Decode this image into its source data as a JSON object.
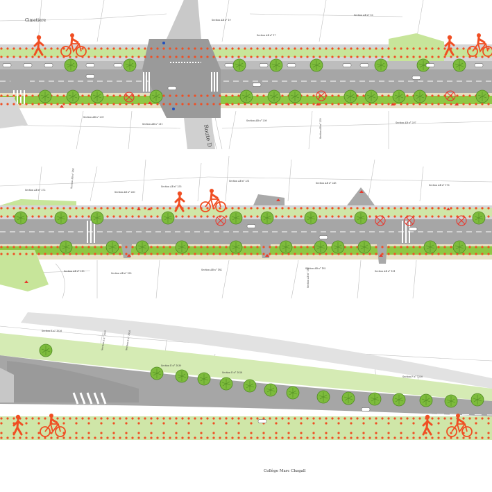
{
  "map": {
    "colors": {
      "road": "#9e9e9e",
      "road_edge": "#6f6f6f",
      "lane_mark": "#ffffff",
      "sidewalk": "#d8d8d8",
      "greenway": "#8cc63f",
      "greenway_light": "#cfe6a8",
      "verge": "#e8e0c4",
      "tree": "#7dbb3c",
      "tree_dark": "#4f8a22",
      "pedestrian": "#f04e23",
      "dot": "#f04e23",
      "parcel_line": "#b5b5b5",
      "removed_tree": "#e8382d"
    },
    "panels": [
      {
        "id": "panel-1",
        "labels": [
          {
            "text": "Cimetière",
            "kind": "place"
          },
          {
            "text": "Section AB n° 19",
            "kind": "parcel"
          },
          {
            "text": "Section AB n° 17",
            "kind": "parcel"
          },
          {
            "text": "Section AB n° 16",
            "kind": "parcel"
          },
          {
            "text": "Section AB n° 209",
            "kind": "parcel"
          },
          {
            "text": "Section AB n° 211",
            "kind": "parcel"
          },
          {
            "text": "Section AB n° 208",
            "kind": "parcel"
          },
          {
            "text": "Section AB n° 239",
            "kind": "parcel"
          },
          {
            "text": "Section AB n° 207",
            "kind": "parcel"
          },
          {
            "text": "Route D",
            "kind": "road"
          }
        ]
      },
      {
        "id": "panel-2",
        "labels": [
          {
            "text": "Section AB n° 272",
            "kind": "parcel"
          },
          {
            "text": "Section AB n° 268",
            "kind": "parcel"
          },
          {
            "text": "Section AB n° 260",
            "kind": "parcel"
          },
          {
            "text": "Section AB n° 255",
            "kind": "parcel"
          },
          {
            "text": "Section AB n° 251",
            "kind": "parcel"
          },
          {
            "text": "Section AB n° 245",
            "kind": "parcel"
          },
          {
            "text": "Section AB n° 176",
            "kind": "parcel"
          },
          {
            "text": "Section AB n° 213",
            "kind": "parcel"
          },
          {
            "text": "Section AB n° 185",
            "kind": "parcel"
          },
          {
            "text": "Section AB n° 184",
            "kind": "parcel"
          },
          {
            "text": "Section AB n° 182",
            "kind": "parcel"
          },
          {
            "text": "Section AB n° 180",
            "kind": "parcel"
          },
          {
            "text": "Section AB n° 181",
            "kind": "parcel"
          }
        ]
      },
      {
        "id": "panel-3",
        "labels": [
          {
            "text": "Section E n° 1026",
            "kind": "parcel"
          },
          {
            "text": "Section E n° 1025",
            "kind": "parcel"
          },
          {
            "text": "Section E n° 1024",
            "kind": "parcel"
          },
          {
            "text": "Section E n° 1030",
            "kind": "parcel"
          },
          {
            "text": "Section E n° 1028",
            "kind": "parcel"
          },
          {
            "text": "Section F n° 1230",
            "kind": "parcel"
          },
          {
            "text": "Collège Marc Chagall",
            "kind": "place"
          }
        ]
      }
    ]
  }
}
